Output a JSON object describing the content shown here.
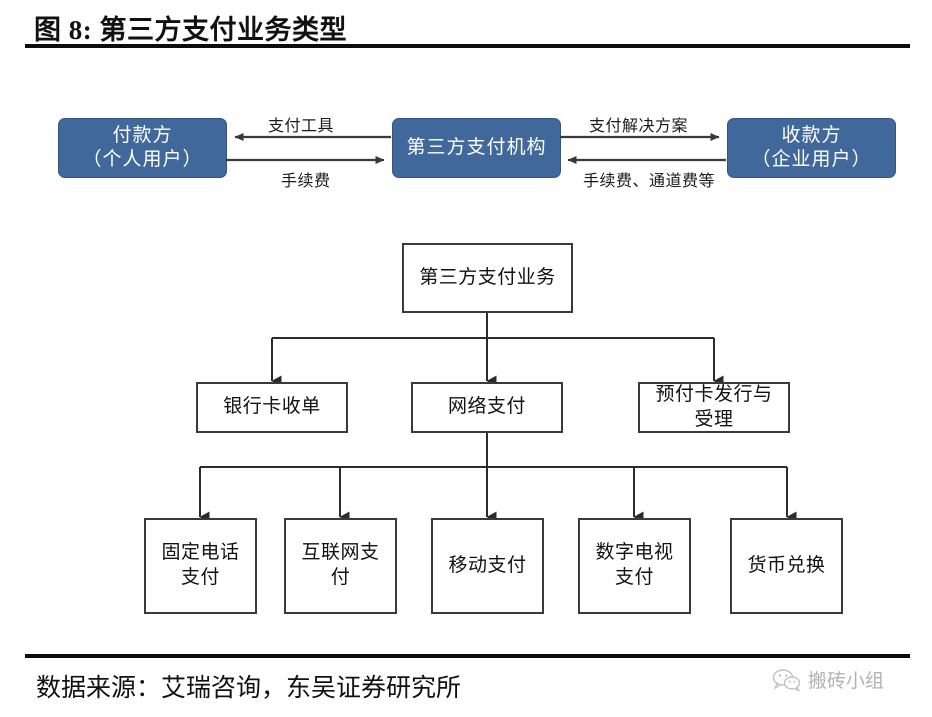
{
  "header": {
    "title": "图 8: 第三方支付业务类型"
  },
  "footer": {
    "source": "数据来源：艾瑞咨询，东吴证券研究所",
    "watermark_text": "搬砖小组",
    "watermark_icon": "wechat-icon"
  },
  "colors": {
    "flow_box_fill": "#41689A",
    "flow_box_text": "#FFFFFF",
    "tree_box_border": "#3A3A3A",
    "tree_box_fill": "#FFFFFF",
    "rule": "#0D0D0D",
    "connector": "#3A3A3A"
  },
  "flow_diagram": {
    "nodes": [
      {
        "id": "payer",
        "line1": "付款方",
        "line2": "（个人用户）"
      },
      {
        "id": "tpp",
        "line1": "第三方支付机构",
        "line2": ""
      },
      {
        "id": "payee",
        "line1": "收款方",
        "line2": "（企业用户）"
      }
    ],
    "edges": [
      {
        "id": "pay-tool",
        "label": "支付工具",
        "from": "tpp",
        "to": "payer",
        "direction": "left"
      },
      {
        "id": "fee-left",
        "label": "手续费",
        "from": "payer",
        "to": "tpp",
        "direction": "right"
      },
      {
        "id": "solution",
        "label": "支付解决方案",
        "from": "tpp",
        "to": "payee",
        "direction": "right"
      },
      {
        "id": "fee-right",
        "label": "手续费、通道费等",
        "from": "payee",
        "to": "tpp",
        "direction": "left"
      }
    ]
  },
  "tree_diagram": {
    "root": {
      "id": "root",
      "label": "第三方支付业务"
    },
    "level2": [
      {
        "id": "l2-0",
        "label": "银行卡收单"
      },
      {
        "id": "l2-1",
        "label": "网络支付"
      },
      {
        "id": "l2-2",
        "line1": "预付卡发行与",
        "line2": "受理"
      }
    ],
    "level3_parent": "l2-1",
    "level3": [
      {
        "id": "l3-0",
        "line1": "固定电话",
        "line2": "支付"
      },
      {
        "id": "l3-1",
        "line1": "互联网支",
        "line2": "付"
      },
      {
        "id": "l3-2",
        "line1": "移动支付",
        "line2": ""
      },
      {
        "id": "l3-3",
        "line1": "数字电视",
        "line2": "支付"
      },
      {
        "id": "l3-4",
        "line1": "货币兑换",
        "line2": ""
      }
    ]
  }
}
